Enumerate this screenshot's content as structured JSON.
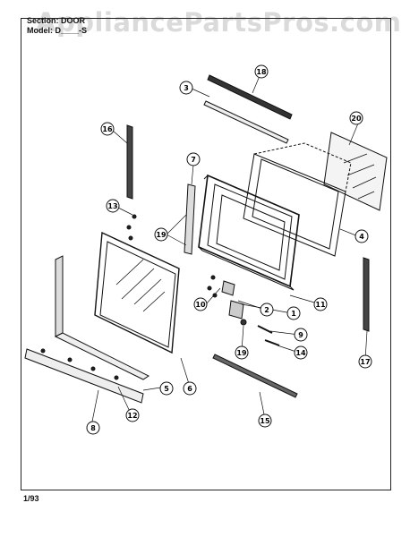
{
  "header": {
    "section_label": "Section: DOOR",
    "model_label": "Model: D____-S"
  },
  "footer": {
    "date": "1/93"
  },
  "watermark": {
    "text": "AppliancePartsPros.com"
  },
  "callouts": [
    {
      "id": "c1",
      "number": "1"
    },
    {
      "id": "c2",
      "number": "2"
    },
    {
      "id": "c3",
      "number": "3"
    },
    {
      "id": "c4",
      "number": "4"
    },
    {
      "id": "c5",
      "number": "5"
    },
    {
      "id": "c6",
      "number": "6"
    },
    {
      "id": "c7",
      "number": "7"
    },
    {
      "id": "c8",
      "number": "8"
    },
    {
      "id": "c9",
      "number": "9"
    },
    {
      "id": "c10",
      "number": "10"
    },
    {
      "id": "c11",
      "number": "11"
    },
    {
      "id": "c12",
      "number": "12"
    },
    {
      "id": "c13",
      "number": "13"
    },
    {
      "id": "c14",
      "number": "14"
    },
    {
      "id": "c15",
      "number": "15"
    },
    {
      "id": "c16",
      "number": "16"
    },
    {
      "id": "c17",
      "number": "17"
    },
    {
      "id": "c18",
      "number": "18"
    },
    {
      "id": "c19",
      "number": "19"
    },
    {
      "id": "c20",
      "number": "20"
    }
  ]
}
